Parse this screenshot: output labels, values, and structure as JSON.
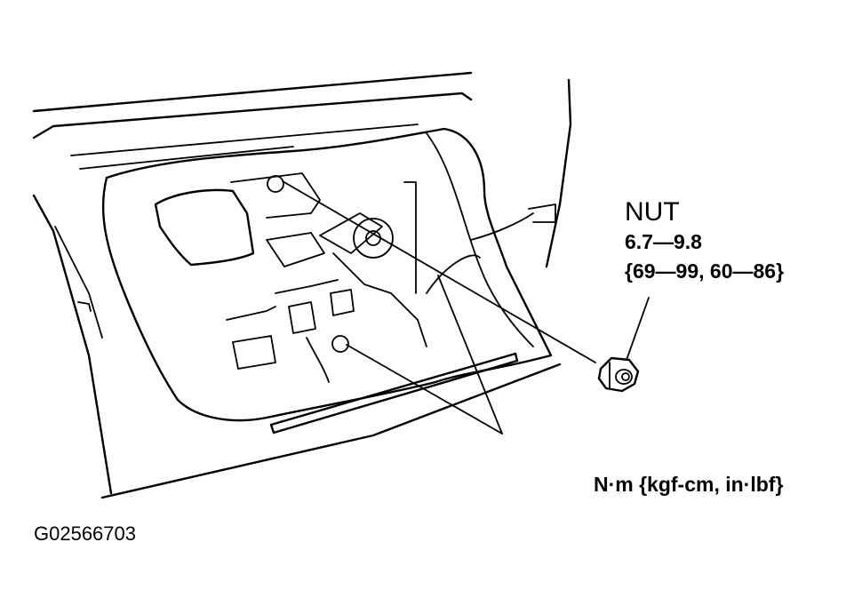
{
  "callout": {
    "part_name": "NUT",
    "torque_nm": "6.7—9.8",
    "torque_alt": "{69—99, 60—86}"
  },
  "units_note": "N·m {kgf-cm, in·lbf}",
  "figure_code": "G02566703",
  "colors": {
    "line": "#000000",
    "background": "#ffffff"
  },
  "icons": {
    "nut": "nut-icon",
    "door": "door-panel-drawing"
  }
}
